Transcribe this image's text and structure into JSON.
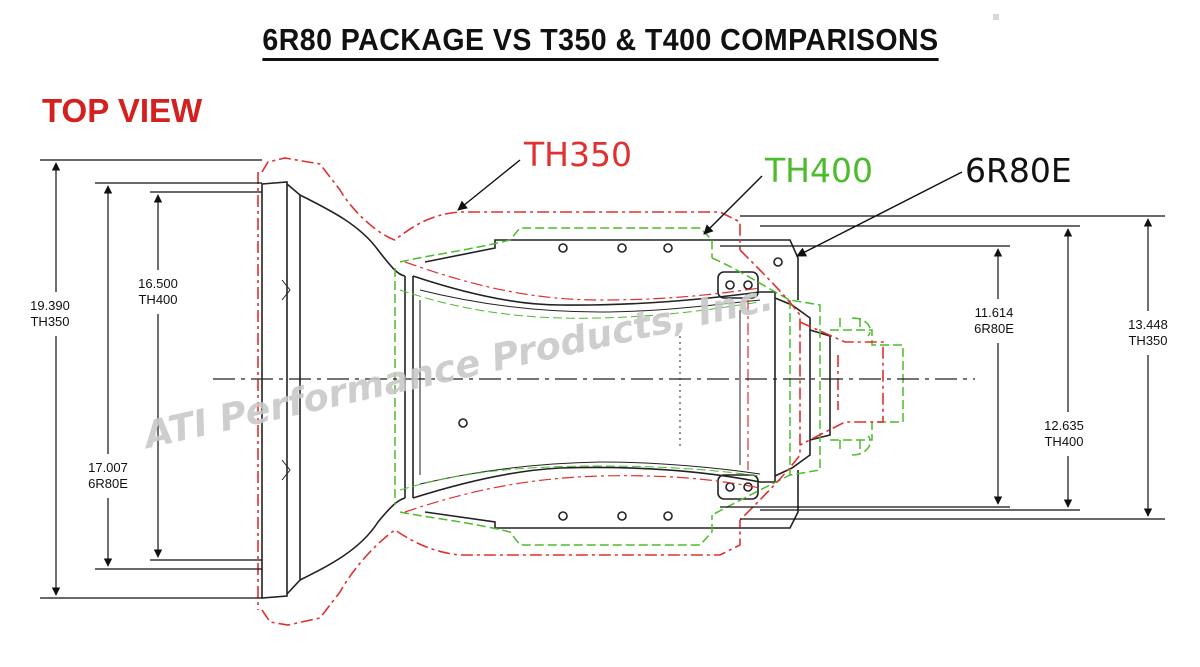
{
  "title": "6R80 PACKAGE VS T350 & T400 COMPARISONS",
  "view_label": "TOP VIEW",
  "callouts": {
    "th350": "TH350",
    "th400": "TH400",
    "r6r80e": "6R80E"
  },
  "dimensions": {
    "th350_overall_width": {
      "value": "19.390",
      "unit": "TH350"
    },
    "th400_bell_width": {
      "value": "16.500",
      "unit": "TH400"
    },
    "r6r80e_bell_width": {
      "value": "17.007",
      "unit": "6R80E"
    },
    "r6r80e_case_width": {
      "value": "11.614",
      "unit": "6R80E"
    },
    "th400_case_width": {
      "value": "12.635",
      "unit": "TH400"
    },
    "th350_case_width": {
      "value": "13.448",
      "unit": "TH350"
    }
  },
  "watermark": "ATI Performance Products, Inc.",
  "colors": {
    "title": "#111111",
    "view_label": "#d32020",
    "th350": "#e03030",
    "th400": "#4cbb2c",
    "r6r80e": "#111111",
    "watermark": "#c9c9c9"
  }
}
